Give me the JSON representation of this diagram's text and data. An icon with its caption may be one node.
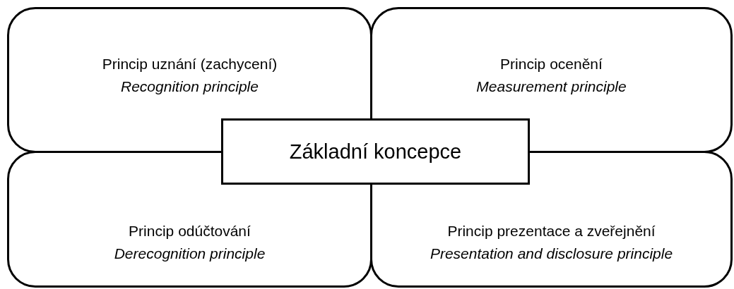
{
  "diagram": {
    "nodes": [
      {
        "text": [
          "Princip uznání (zachycení)",
          "Recognition principle"
        ]
      },
      {
        "text": [
          "Princip ocenění",
          "Measurement principle"
        ]
      },
      {
        "text": [
          "Základní koncepce"
        ]
      },
      {
        "text": [
          "Princip odúčtování",
          "Derecognition principle"
        ]
      },
      {
        "text": [
          "Princip prezentace a zveřejnění",
          "Presentation and disclosure principle"
        ]
      }
    ]
  }
}
